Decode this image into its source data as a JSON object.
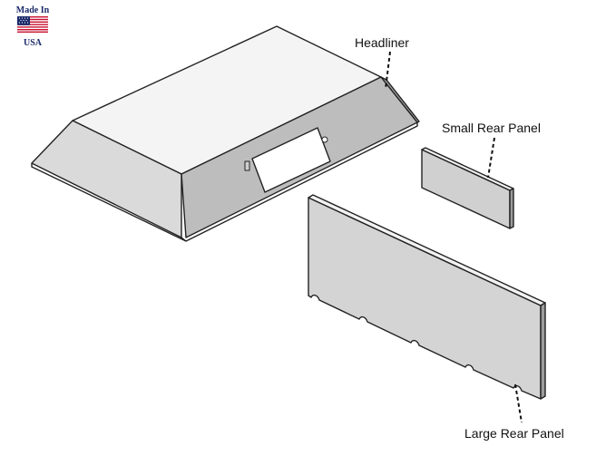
{
  "badge": {
    "line1": "Made In",
    "line2": "USA",
    "flag_icon": "us-flag-icon",
    "colors": {
      "red": "#c8102e",
      "blue": "#1b2a6b",
      "white": "#ffffff"
    }
  },
  "labels": {
    "headliner": "Headliner",
    "small_rear_panel": "Small Rear Panel",
    "large_rear_panel": "Large Rear Panel"
  },
  "colors": {
    "panel_light": "#d9d9d9",
    "panel_mid": "#c4c4c4",
    "panel_dark": "#a9a9a9",
    "top_face": "#f4f4f4",
    "outline": "#222222"
  }
}
